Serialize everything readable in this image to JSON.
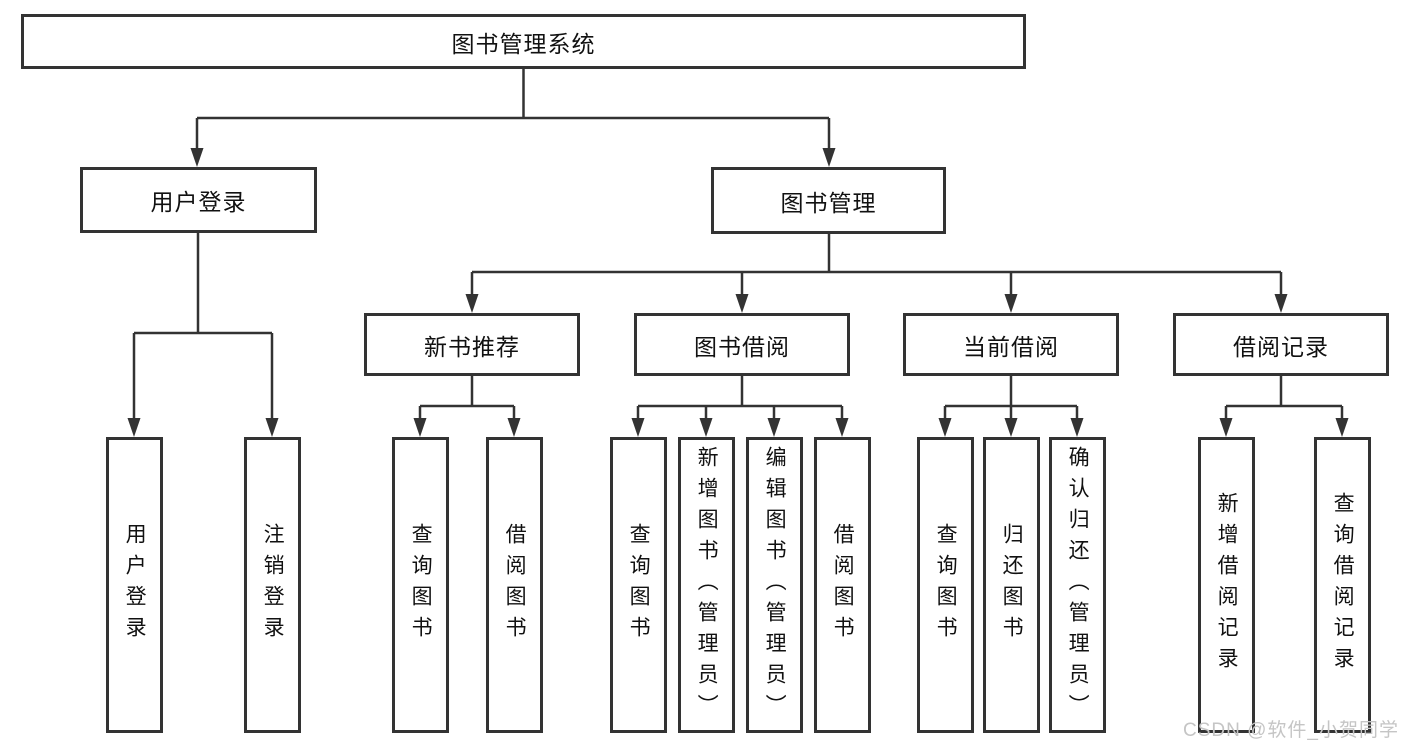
{
  "colors": {
    "line": "#333333",
    "text": "#111111",
    "wm": "#c5c5c5",
    "bg": "#ffffff"
  },
  "watermark": {
    "text": "CSDN @软件_小贺同学"
  },
  "tree": {
    "root": {
      "label": "图书管理系统",
      "children": [
        {
          "label": "用户登录",
          "children": [
            {
              "label": "用户登录"
            },
            {
              "label": "注销登录"
            }
          ]
        },
        {
          "label": "图书管理",
          "children": [
            {
              "label": "新书推荐",
              "children": [
                {
                  "label": "查询图书"
                },
                {
                  "label": "借阅图书"
                }
              ]
            },
            {
              "label": "图书借阅",
              "children": [
                {
                  "label": "查询图书"
                },
                {
                  "label": "新增图书（管理员）"
                },
                {
                  "label": "编辑图书（管理员）"
                },
                {
                  "label": "借阅图书"
                }
              ]
            },
            {
              "label": "当前借阅",
              "children": [
                {
                  "label": "查询图书"
                },
                {
                  "label": "归还图书"
                },
                {
                  "label": "确认归还（管理员）"
                }
              ]
            },
            {
              "label": "借阅记录",
              "children": [
                {
                  "label": "新增借阅记录"
                },
                {
                  "label": "查询借阅记录"
                }
              ]
            }
          ]
        }
      ]
    }
  }
}
